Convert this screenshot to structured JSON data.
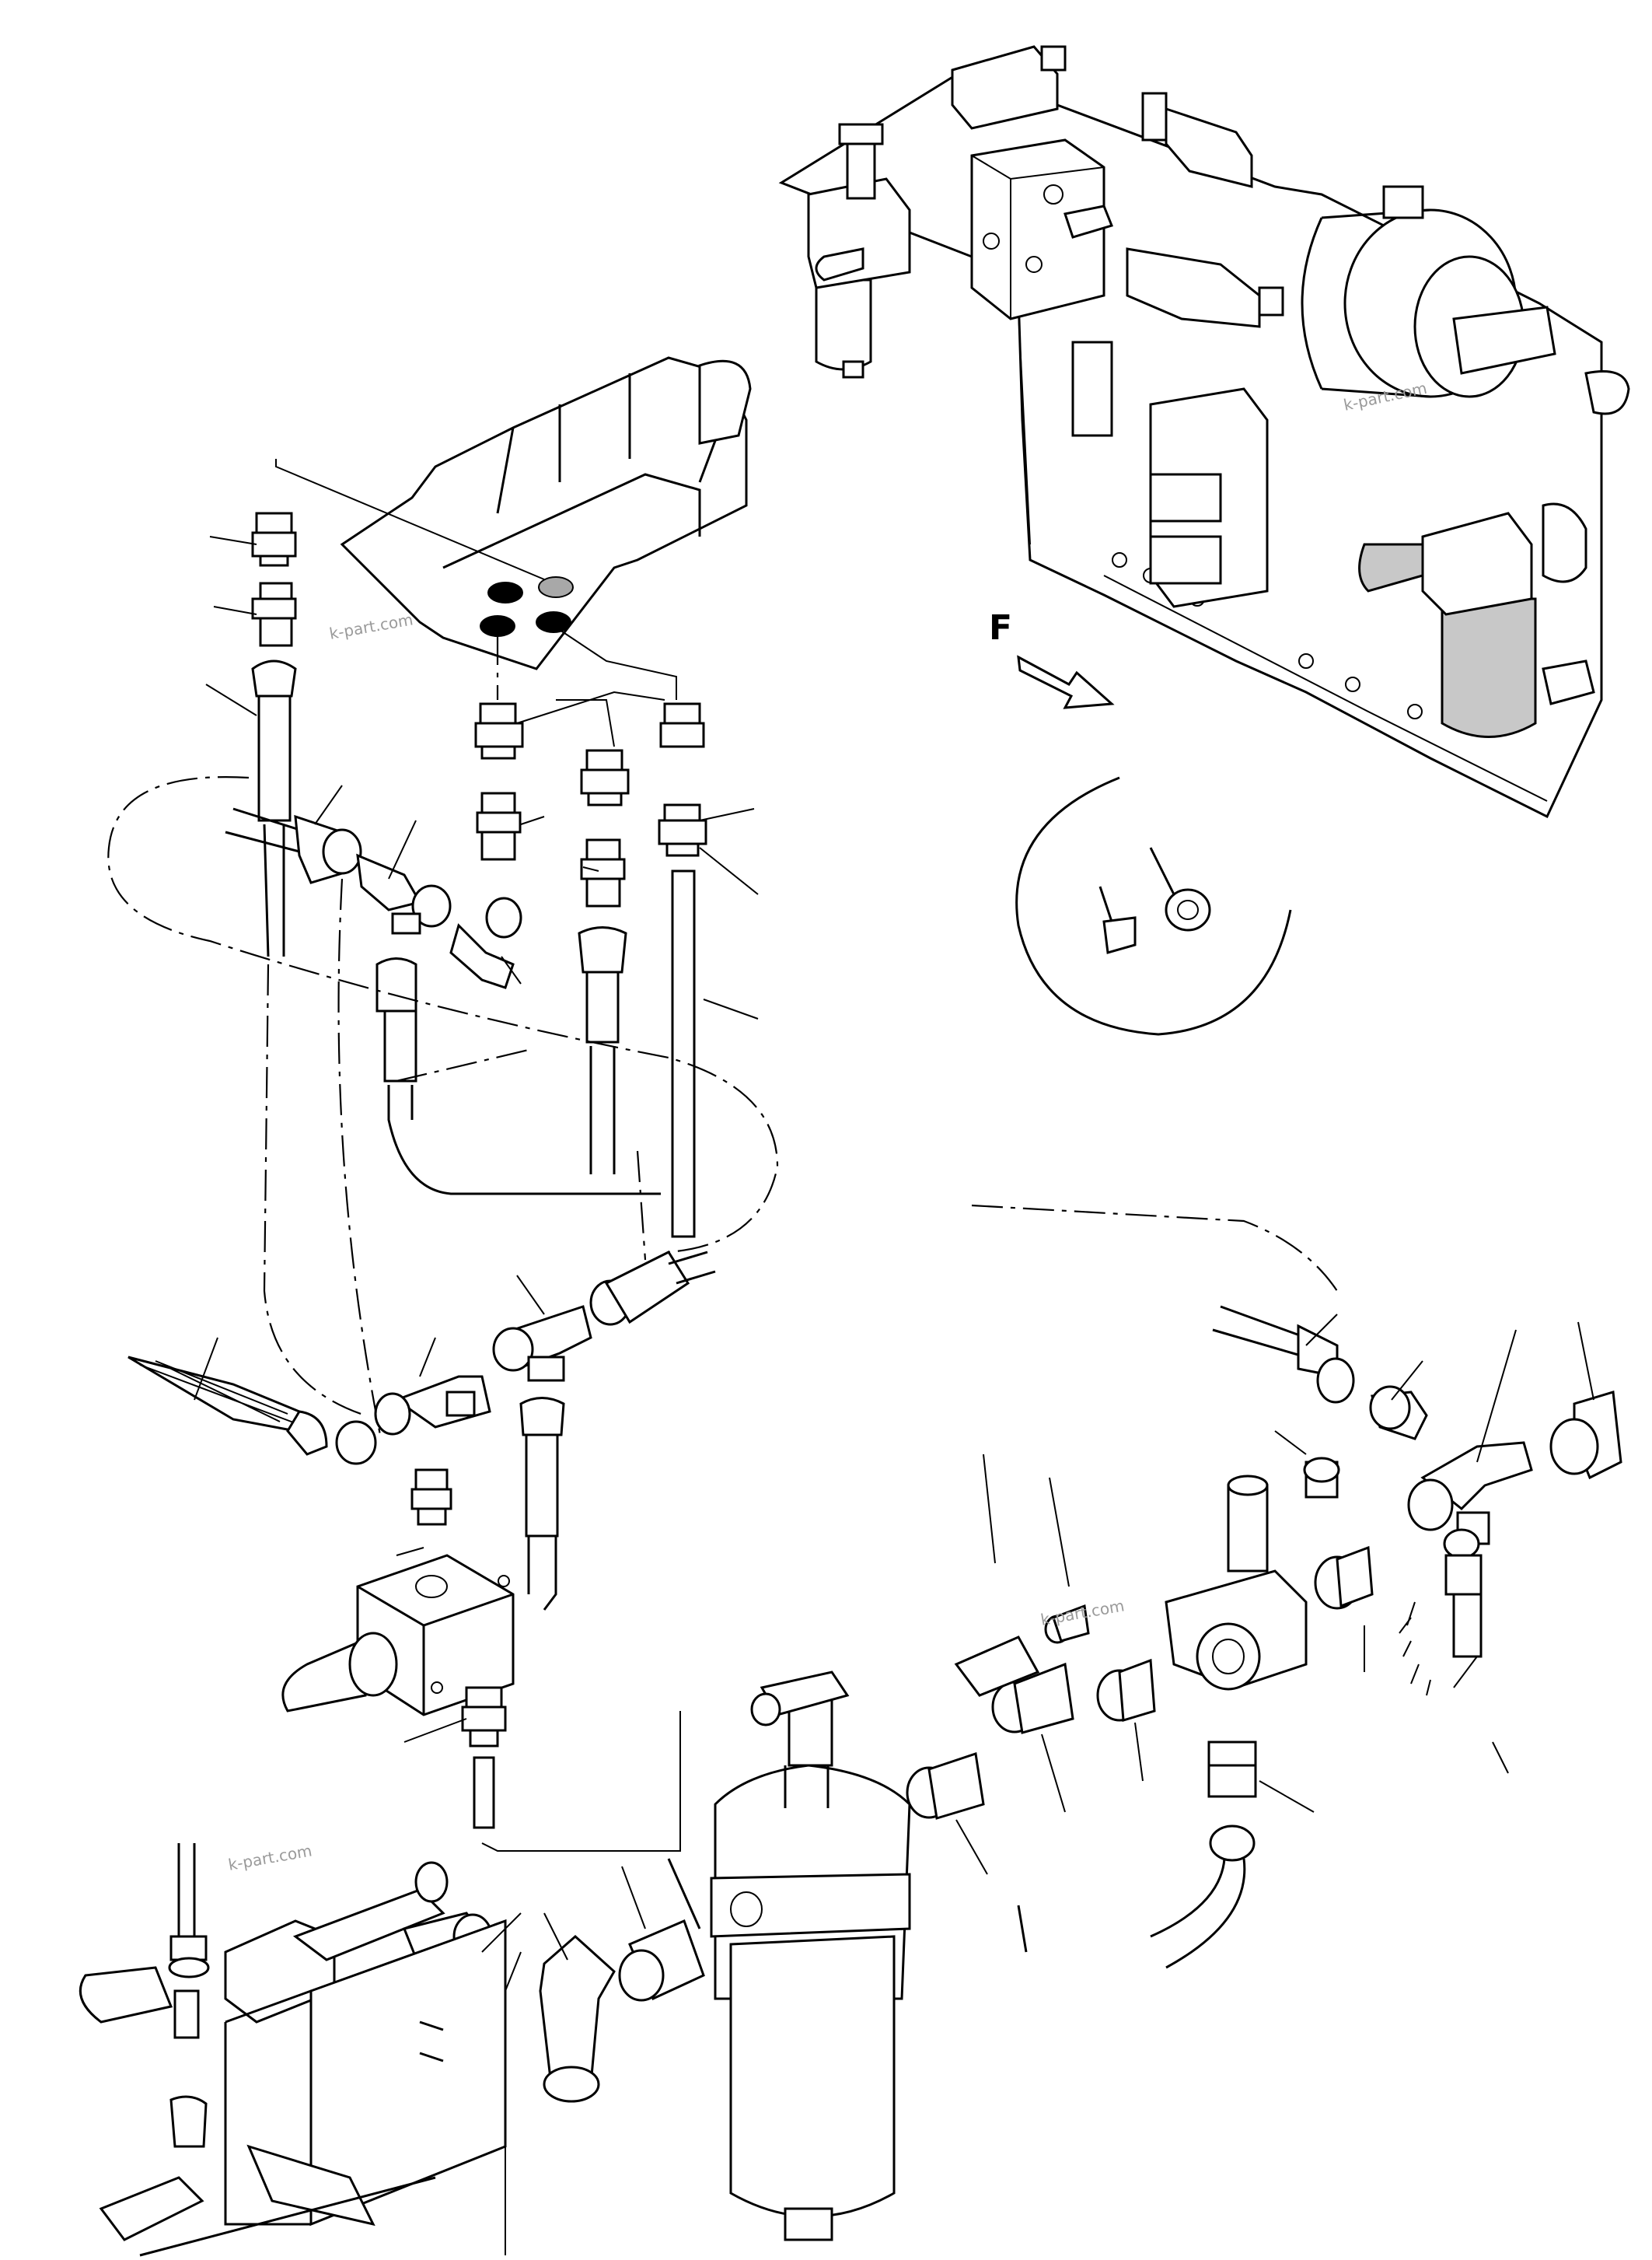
{
  "view_marker": {
    "letter": "F"
  },
  "watermarks": [
    "k-part.com",
    "k-part.com",
    "k-part.com",
    "k-part.com"
  ]
}
